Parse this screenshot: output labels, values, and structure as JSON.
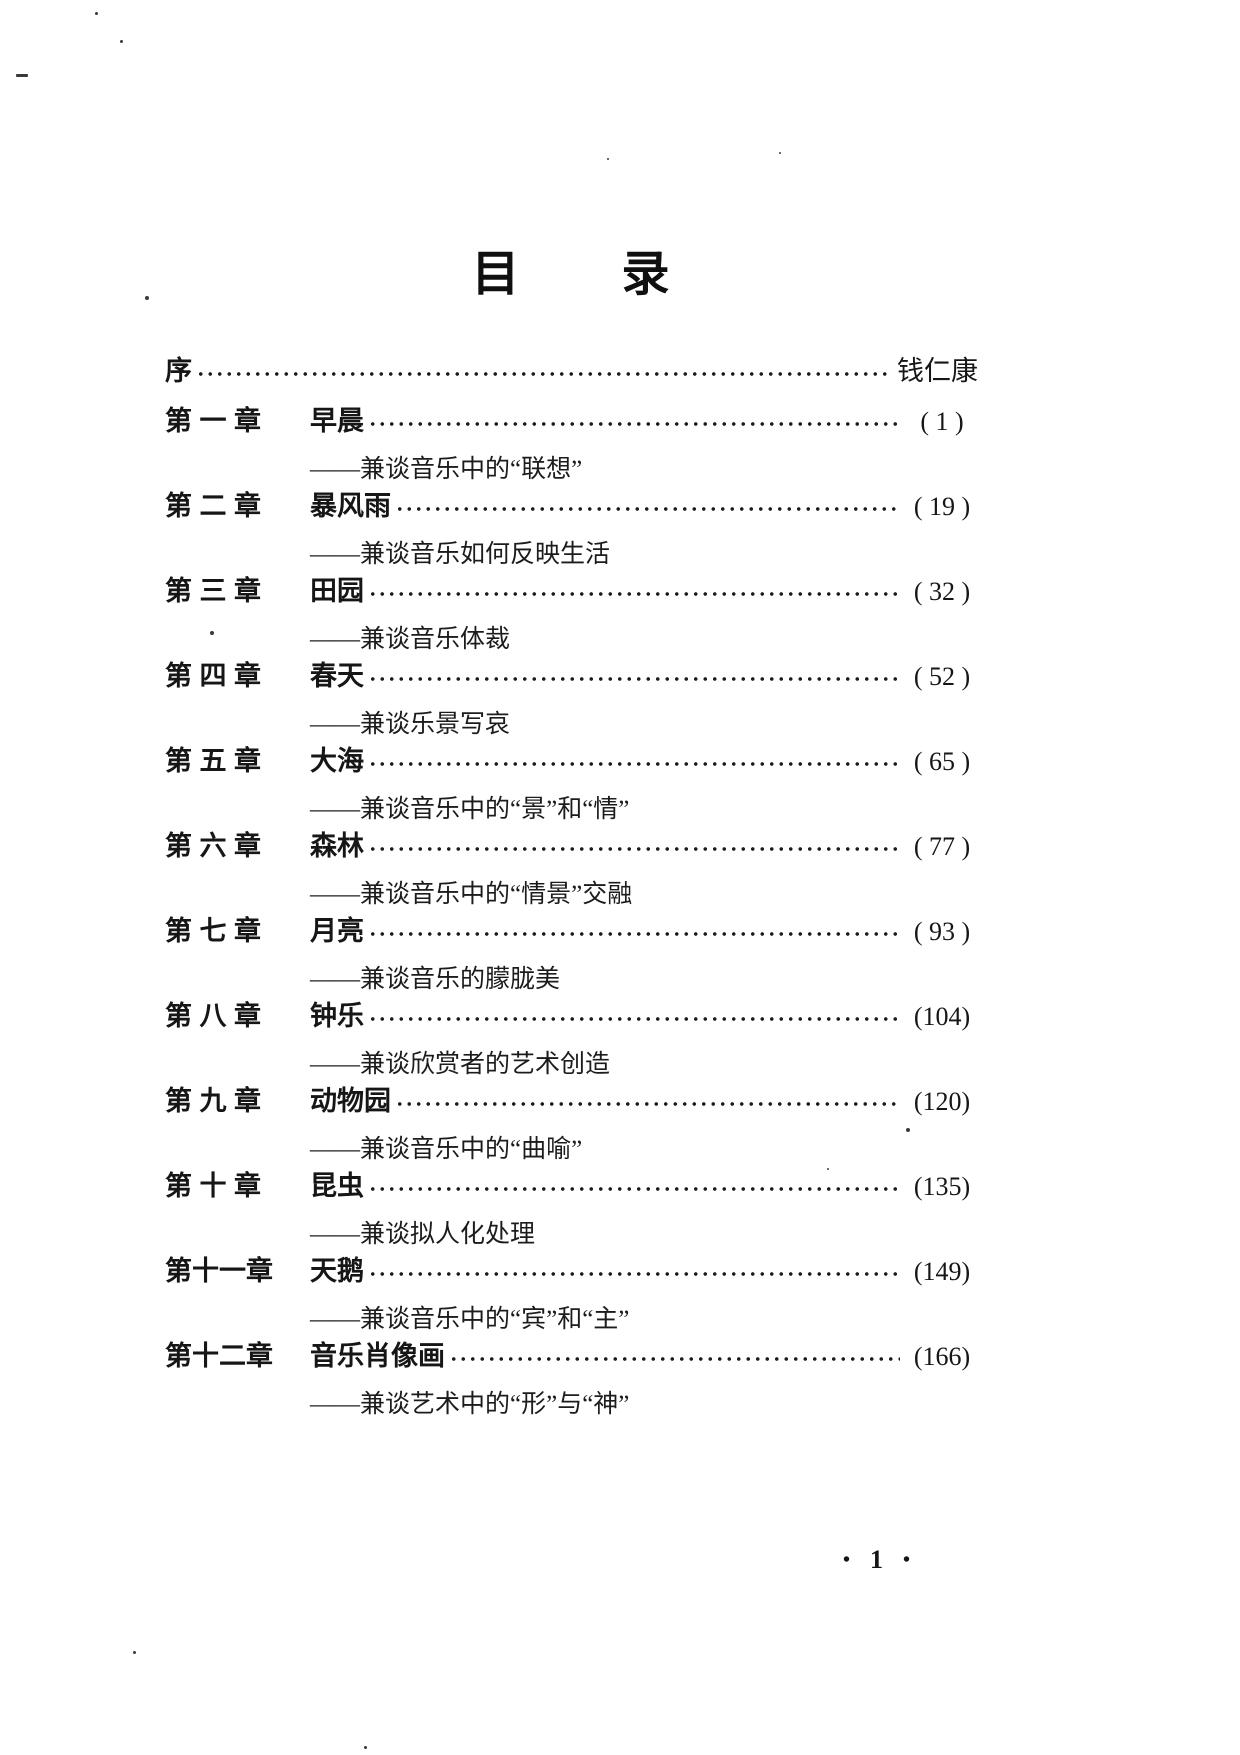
{
  "page": {
    "title": "目　　录",
    "footer": {
      "left_dot": "•",
      "page_number": "1",
      "right_dot": "•"
    }
  },
  "toc": {
    "preface": {
      "label": "序",
      "right_text": "钱仁康"
    },
    "chapters": [
      {
        "label": "第 一 章",
        "title": "早晨",
        "page": "( 1 )",
        "subtitle": "——兼谈音乐中的“联想”"
      },
      {
        "label": "第 二 章",
        "title": "暴风雨",
        "page": "( 19 )",
        "subtitle": "——兼谈音乐如何反映生活"
      },
      {
        "label": "第 三 章",
        "title": "田园",
        "page": "( 32 )",
        "subtitle": "——兼谈音乐体裁"
      },
      {
        "label": "第 四 章",
        "title": "春天",
        "page": "( 52 )",
        "subtitle": "——兼谈乐景写哀"
      },
      {
        "label": "第 五 章",
        "title": "大海",
        "page": "( 65 )",
        "subtitle": "——兼谈音乐中的“景”和“情”"
      },
      {
        "label": "第 六 章",
        "title": "森林",
        "page": "( 77 )",
        "subtitle": "——兼谈音乐中的“情景”交融"
      },
      {
        "label": "第 七 章",
        "title": "月亮",
        "page": "( 93 )",
        "subtitle": "——兼谈音乐的朦胧美"
      },
      {
        "label": "第 八 章",
        "title": "钟乐",
        "page": "(104)",
        "subtitle": "——兼谈欣赏者的艺术创造"
      },
      {
        "label": "第 九 章",
        "title": "动物园",
        "page": "(120)",
        "subtitle": "——兼谈音乐中的“曲喻”"
      },
      {
        "label": "第 十 章",
        "title": "昆虫",
        "page": "(135)",
        "subtitle": "——兼谈拟人化处理"
      },
      {
        "label": "第十一章",
        "title": "天鹅",
        "page": "(149)",
        "subtitle": "——兼谈音乐中的“宾”和“主”"
      },
      {
        "label": "第十二章",
        "title": "音乐肖像画",
        "page": "(166)",
        "subtitle": "——兼谈艺术中的“形”与“神”"
      }
    ]
  }
}
